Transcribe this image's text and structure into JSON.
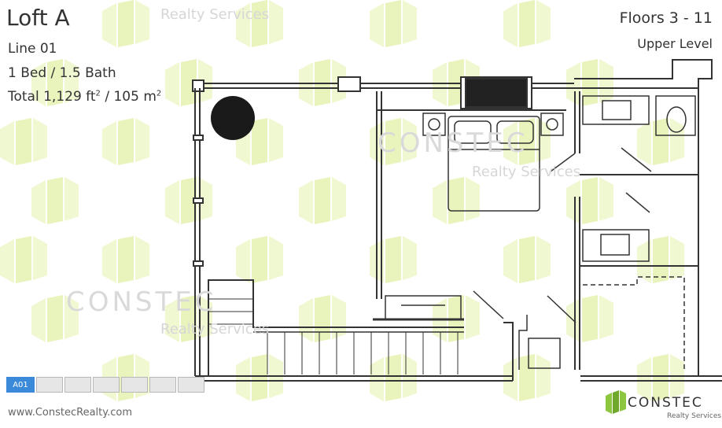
{
  "header": {
    "title": "Loft A",
    "line": "Line 01",
    "beds": "1 Bed / 1.5 Bath",
    "area_label": "Total ",
    "area_ft": "1,129 ft",
    "area_sep": " / ",
    "area_m": "105 m",
    "sup": "2",
    "floors": "Floors 3 - 11",
    "level": "Upper Level"
  },
  "watermark": {
    "realty": "Realty Services",
    "constec": "CONSTEC"
  },
  "tabs": [
    {
      "label": "A01",
      "active": true
    },
    {
      "label": "",
      "active": false
    },
    {
      "label": "",
      "active": false
    },
    {
      "label": "",
      "active": false
    },
    {
      "label": "",
      "active": false
    },
    {
      "label": "",
      "active": false
    },
    {
      "label": "",
      "active": false
    }
  ],
  "footer": {
    "website": "www.ConstecRealty.com",
    "brand": "CONSTEC",
    "brand_sub": "Realty Services"
  },
  "colors": {
    "accent": "#3a8ad9",
    "watermark_green": "#eef7c9",
    "brand_green": "#8dc63f",
    "wall": "#333333",
    "tab_grey": "#e6e6e6"
  }
}
